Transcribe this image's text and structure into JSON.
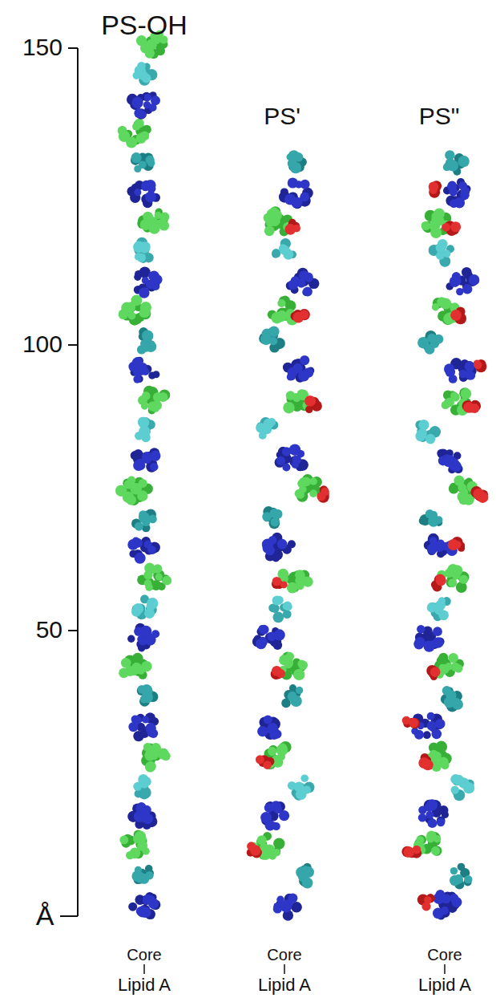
{
  "diagram": {
    "labels": [
      "PS-OH",
      "PS'",
      "PS\"",
      "150",
      "100",
      "50",
      "Å",
      "Core",
      "Lipid A",
      "Core",
      "Lipid A",
      "Core",
      "Lipid A"
    ]
  }
}
